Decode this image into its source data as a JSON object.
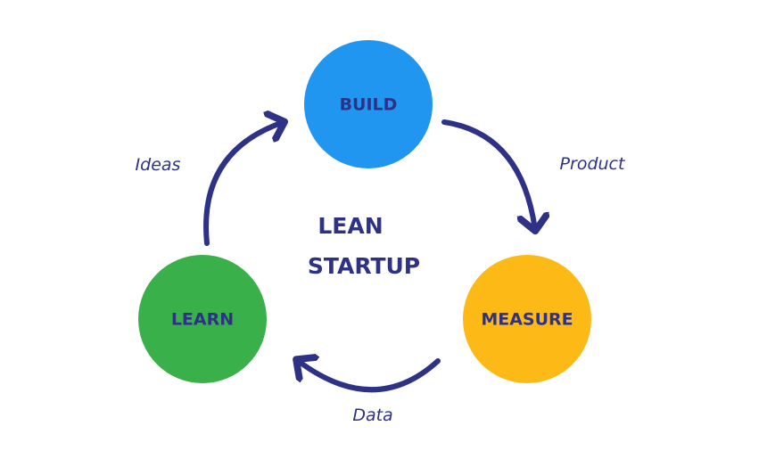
{
  "title": {
    "line1": "LEAN",
    "line2": "STARTUP"
  },
  "nodes": [
    {
      "label": "BUILD",
      "color": "#2196f0"
    },
    {
      "label": "MEASURE",
      "color": "#fdba16"
    },
    {
      "label": "LEARN",
      "color": "#39b04a"
    }
  ],
  "edges": [
    {
      "from": "BUILD",
      "to": "MEASURE",
      "label": "Product"
    },
    {
      "from": "MEASURE",
      "to": "LEARN",
      "label": "Data"
    },
    {
      "from": "LEARN",
      "to": "BUILD",
      "label": "Ideas"
    }
  ],
  "colors": {
    "text": "#2e3287"
  }
}
